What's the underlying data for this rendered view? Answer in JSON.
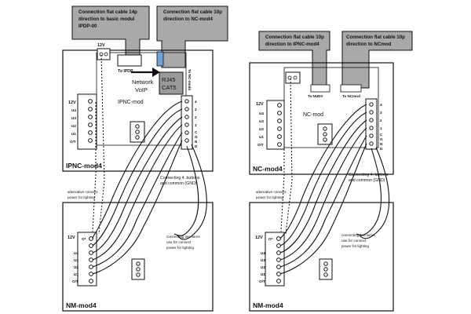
{
  "left": {
    "cable14": [
      "Connection flat cable 14p",
      "direction to basic modul",
      "IPDP-00"
    ],
    "cable10": [
      "Connection flat cable 10p",
      "direction to NC-mod4"
    ],
    "power_top": "12V",
    "to_ipdp": "To IPDP",
    "to_ncmod4": "To NC-mod4",
    "network": [
      "Network",
      "VoIP"
    ],
    "rj45": [
      "RJ45",
      "CAT5"
    ],
    "module_label": "IPNC-mod",
    "module_name": "IPNC-mod4",
    "left_pins": [
      "12V",
      "U4",
      "U3",
      "U2",
      "U1",
      "O/T"
    ],
    "right_pins": [
      "4",
      "3",
      "2",
      "1",
      "C",
      "G",
      "N",
      "D"
    ],
    "connecting_note": [
      "Connecting 4. buttons",
      "and common (GND)"
    ],
    "alt_power": [
      "alternative connect",
      "power for lighting"
    ],
    "two_wires": [
      "connecting two wires",
      "use for connect",
      "power for lighting"
    ],
    "nm_pins": [
      "12V",
      "O*",
      "U4",
      "U3",
      "U2",
      "U1",
      "O/T"
    ],
    "nm_name": "NM-mod4"
  },
  "right": {
    "cable10a": [
      "Connection flat cable 10p",
      "direction to IPNC-mod4"
    ],
    "cable10b": [
      "Connection flat cable 10p",
      "direction to NCmod"
    ],
    "to_nudv": "To NUDV",
    "to_ncmod": "To NCmod",
    "module_label": "NC-mod",
    "module_name": "NC-mod4",
    "left_pins": [
      "12V",
      "U4",
      "U3",
      "U2",
      "U1",
      "O/T"
    ],
    "right_pins": [
      "4",
      "3",
      "2",
      "1",
      "C",
      "G",
      "N",
      "D"
    ],
    "connecting_note": [
      "Connecting 4. buttons",
      "and common (GND)"
    ],
    "alt_power": [
      "alternative connect",
      "power for lighting"
    ],
    "two_wires": [
      "connecting two wires",
      "use for connect",
      "power for lighting"
    ],
    "nm_pins": [
      "12V",
      "O*",
      "U4",
      "U3",
      "U2",
      "U1",
      "O/T"
    ],
    "nm_name": "NM-mod4"
  },
  "colors": {
    "cable_fill": "#a9a9a9",
    "line": "#111111",
    "rj45_fill": "#9a9a9a",
    "connector_blue": "#6fa3d8"
  }
}
